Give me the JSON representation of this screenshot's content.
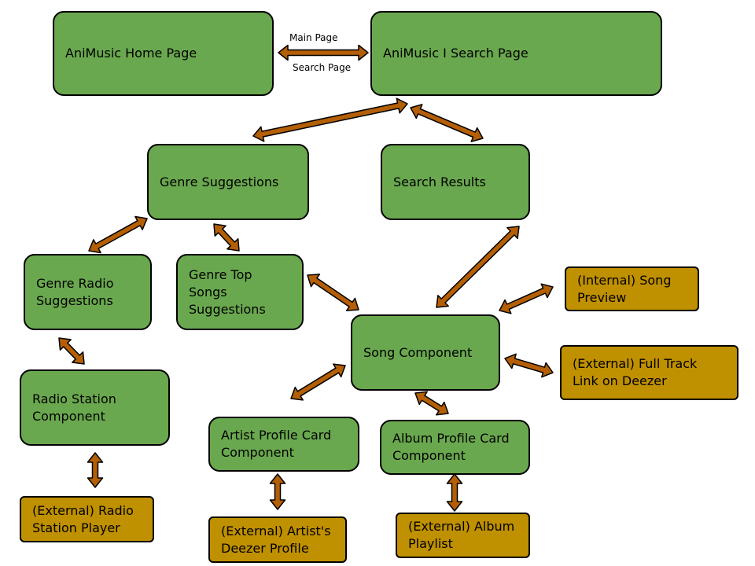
{
  "colors": {
    "internal_node": "#6aa84f",
    "external_node": "#bf9000",
    "arrow": "#b45f06",
    "outline": "#000000"
  },
  "nodes": {
    "home": "AniMusic Home Page",
    "search": "AniMusic I Search Page",
    "genre_suggestions": "Genre Suggestions",
    "search_results": "Search Results",
    "genre_radio": "Genre Radio\nSuggestions",
    "genre_top_songs": "Genre Top\nSongs\nSuggestions",
    "song_component": "Song Component",
    "song_preview": "(Internal) Song\nPreview",
    "full_track": "(External) Full Track\nLink on Deezer",
    "radio_station": "Radio Station\nComponent",
    "artist_card": "Artist Profile Card\nComponent",
    "album_card": "Album Profile Card\nComponent",
    "radio_player": "(External) Radio\nStation Player",
    "artist_deezer": "(External) Artist's\nDeezer Profile",
    "album_playlist": "(External) Album\nPlaylist"
  },
  "edge_labels": {
    "main_page": "Main Page",
    "search_page": "Search Page"
  }
}
